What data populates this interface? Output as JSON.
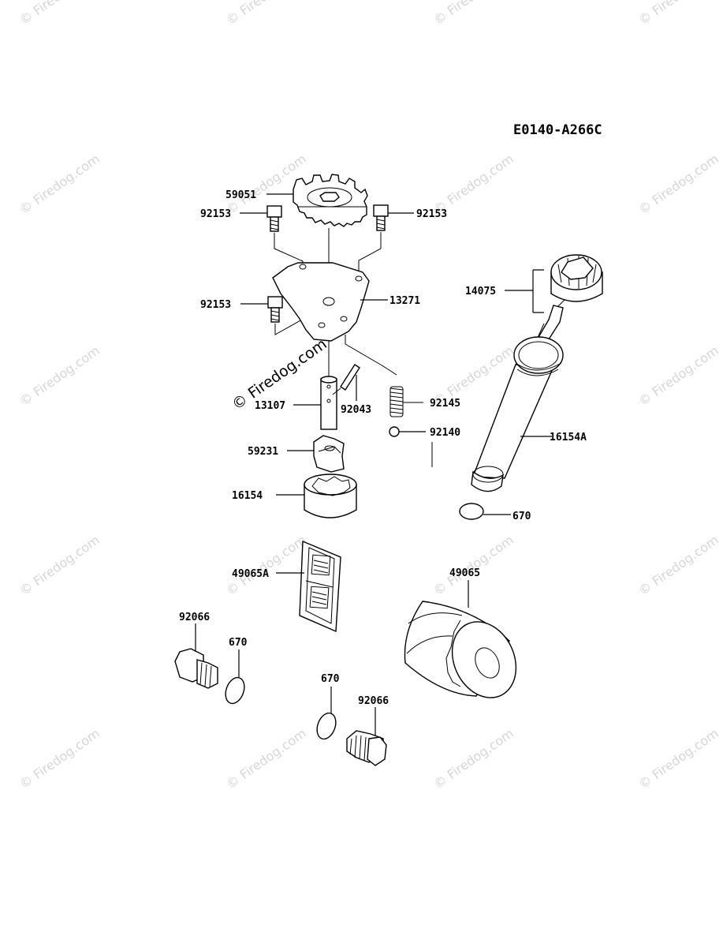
{
  "diagram_code": "E0140-A266C",
  "watermark": {
    "text": "© Firedog.com",
    "prominent_text": "© Firedog.com"
  },
  "parts": [
    {
      "id": "gear",
      "number": "59051"
    },
    {
      "id": "bolt-left",
      "number": "92153"
    },
    {
      "id": "bolt-right",
      "number": "92153"
    },
    {
      "id": "bolt-lower",
      "number": "92153"
    },
    {
      "id": "pump-cover",
      "number": "13271"
    },
    {
      "id": "dipstick-cap",
      "number": "14075"
    },
    {
      "id": "pump-shaft",
      "number": "13107"
    },
    {
      "id": "pin",
      "number": "92043"
    },
    {
      "id": "relief-spring",
      "number": "92145"
    },
    {
      "id": "relief-ball",
      "number": "92140"
    },
    {
      "id": "dipstick-tube",
      "number": "59231"
    },
    {
      "id": "inner-rotor",
      "number": "16154"
    },
    {
      "id": "outer-rotor",
      "number": "16154A"
    },
    {
      "id": "tube-o-ring",
      "number": "670"
    },
    {
      "id": "oil-screen",
      "number": "49065A"
    },
    {
      "id": "oil-filter",
      "number": "49065"
    },
    {
      "id": "drain-plug-left",
      "number": "92066"
    },
    {
      "id": "o-ring-left",
      "number": "670"
    },
    {
      "id": "o-ring-center",
      "number": "670"
    },
    {
      "id": "drain-plug-center",
      "number": "92066"
    }
  ]
}
